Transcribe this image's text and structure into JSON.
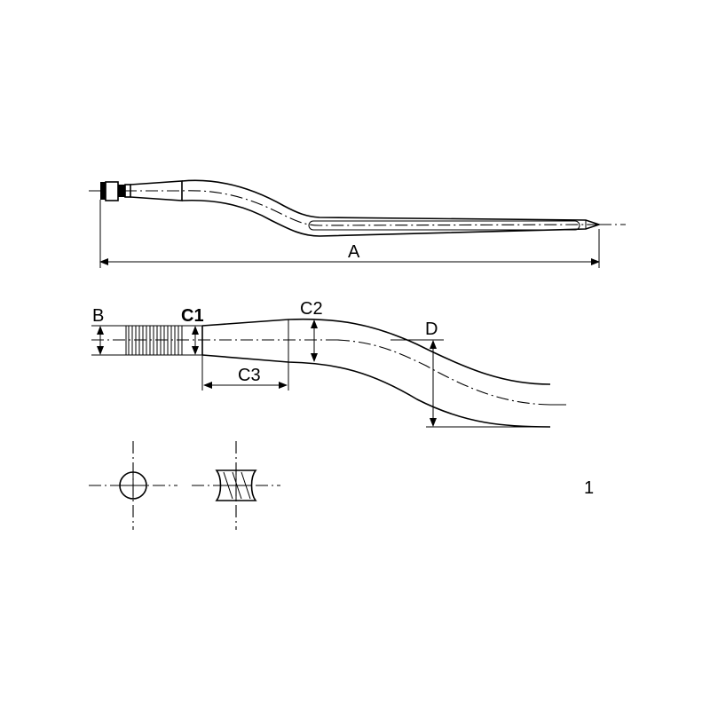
{
  "labels": {
    "overall_length": "A",
    "thread_diameter": "B",
    "diameter_c1": "C1",
    "diameter_c2": "C2",
    "taper_length": "C3",
    "offset": "D",
    "figure_number": "1"
  }
}
